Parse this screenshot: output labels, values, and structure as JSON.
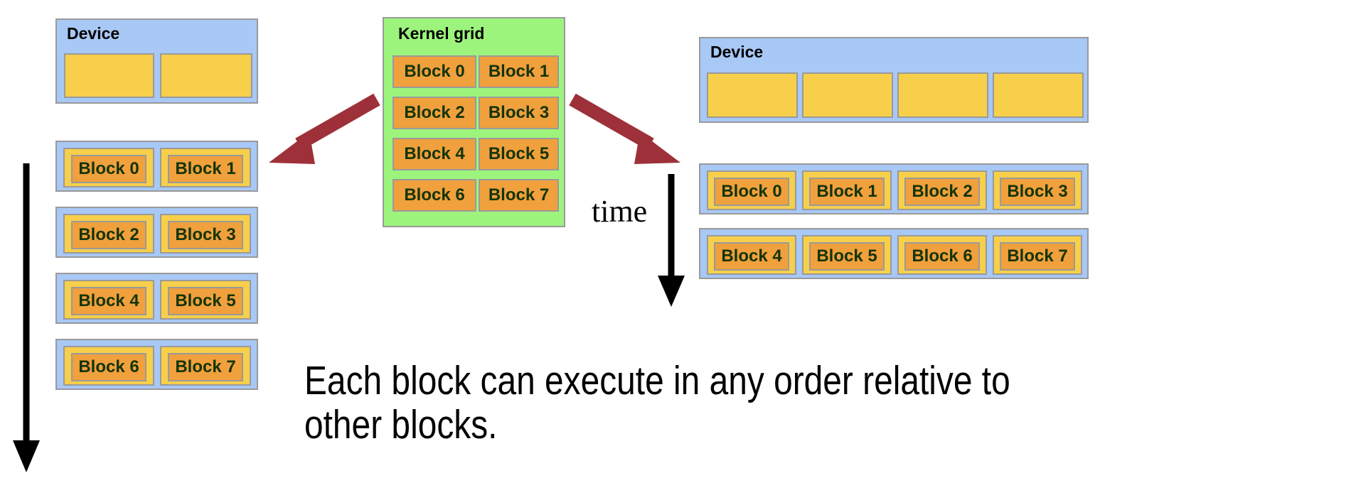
{
  "diagram": {
    "title_text": "Each block can execute in any order relative to other blocks.",
    "colors": {
      "device_blue": "#a8c8f5",
      "sm_yellow": "#f7cf4a",
      "block_orange": "#f0a03c",
      "grid_green": "#9df47c",
      "block_text_green": "#143409",
      "arrow_red": "#9e3039",
      "arrow_black": "#000000",
      "border_grey": "#9a9a9a"
    }
  },
  "kernel_grid": {
    "label": "Kernel grid",
    "blocks": [
      "Block 0",
      "Block 1",
      "Block 2",
      "Block 3",
      "Block 4",
      "Block 5",
      "Block 6",
      "Block 7"
    ]
  },
  "left_device": {
    "label": "Device",
    "sm_count": 2,
    "sm_labels": [
      "",
      ""
    ],
    "schedule_rows": [
      [
        "Block 0",
        "Block 1"
      ],
      [
        "Block 2",
        "Block 3"
      ],
      [
        "Block 4",
        "Block 5"
      ],
      [
        "Block 6",
        "Block 7"
      ]
    ]
  },
  "right_device": {
    "label": "Device",
    "sm_count": 4,
    "sm_labels": [
      "",
      "",
      "",
      ""
    ],
    "schedule_rows": [
      [
        "Block 0",
        "Block 1",
        "Block 2",
        "Block 3"
      ],
      [
        "Block 4",
        "Block 5",
        "Block 6",
        "Block 7"
      ]
    ]
  },
  "annotations": {
    "time_label": "time"
  }
}
